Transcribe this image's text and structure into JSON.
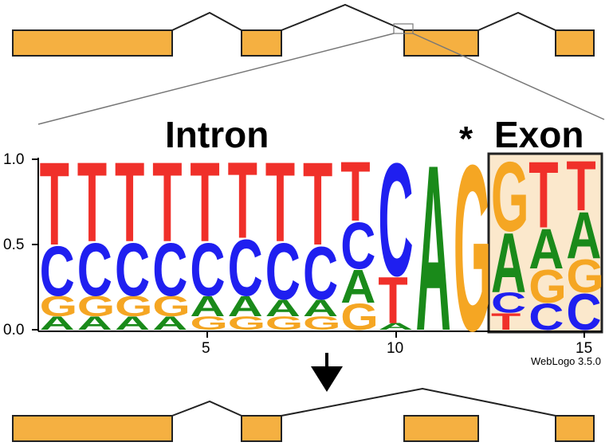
{
  "labels": {
    "intron": "Intron",
    "exon": "Exon",
    "asterisk": "*",
    "brand": "WebLogo 3.5.0"
  },
  "y_ticks": [
    "1.0",
    "0.5",
    "0.0"
  ],
  "x_ticks": [
    "5",
    "10",
    "15"
  ],
  "colors": {
    "exon_fill": "#f5b041",
    "T": "#f0302a",
    "C": "#1f1ff0",
    "G": "#f5a623",
    "A": "#1a8a1a",
    "exon_highlight": "#fbe8cc"
  },
  "chart_data": {
    "type": "sequence-logo",
    "ylim": [
      0,
      1.0
    ],
    "positions": [
      {
        "pos": 1,
        "letters": [
          {
            "base": "A",
            "p": 0.08
          },
          {
            "base": "G",
            "p": 0.12
          },
          {
            "base": "C",
            "p": 0.3
          },
          {
            "base": "T",
            "p": 0.5
          }
        ]
      },
      {
        "pos": 2,
        "letters": [
          {
            "base": "A",
            "p": 0.08
          },
          {
            "base": "G",
            "p": 0.12
          },
          {
            "base": "C",
            "p": 0.32
          },
          {
            "base": "T",
            "p": 0.48
          }
        ]
      },
      {
        "pos": 3,
        "letters": [
          {
            "base": "A",
            "p": 0.08
          },
          {
            "base": "G",
            "p": 0.12
          },
          {
            "base": "C",
            "p": 0.32
          },
          {
            "base": "T",
            "p": 0.48
          }
        ]
      },
      {
        "pos": 4,
        "letters": [
          {
            "base": "A",
            "p": 0.08
          },
          {
            "base": "G",
            "p": 0.12
          },
          {
            "base": "C",
            "p": 0.32
          },
          {
            "base": "T",
            "p": 0.48
          }
        ]
      },
      {
        "pos": 5,
        "letters": [
          {
            "base": "G",
            "p": 0.08
          },
          {
            "base": "A",
            "p": 0.12
          },
          {
            "base": "C",
            "p": 0.32
          },
          {
            "base": "T",
            "p": 0.48
          }
        ]
      },
      {
        "pos": 6,
        "letters": [
          {
            "base": "G",
            "p": 0.08
          },
          {
            "base": "A",
            "p": 0.12
          },
          {
            "base": "C",
            "p": 0.34
          },
          {
            "base": "T",
            "p": 0.46
          }
        ]
      },
      {
        "pos": 7,
        "letters": [
          {
            "base": "G",
            "p": 0.08
          },
          {
            "base": "A",
            "p": 0.1
          },
          {
            "base": "C",
            "p": 0.34
          },
          {
            "base": "T",
            "p": 0.48
          }
        ]
      },
      {
        "pos": 8,
        "letters": [
          {
            "base": "G",
            "p": 0.08
          },
          {
            "base": "A",
            "p": 0.1
          },
          {
            "base": "C",
            "p": 0.32
          },
          {
            "base": "T",
            "p": 0.5
          }
        ]
      },
      {
        "pos": 9,
        "letters": [
          {
            "base": "G",
            "p": 0.16
          },
          {
            "base": "A",
            "p": 0.2
          },
          {
            "base": "C",
            "p": 0.28
          },
          {
            "base": "T",
            "p": 0.36
          }
        ]
      },
      {
        "pos": 10,
        "letters": [
          {
            "base": "A",
            "p": 0.04
          },
          {
            "base": "T",
            "p": 0.28
          },
          {
            "base": "C",
            "p": 0.68
          }
        ]
      },
      {
        "pos": 11,
        "letters": [
          {
            "base": "A",
            "p": 1.0
          }
        ]
      },
      {
        "pos": 12,
        "letters": [
          {
            "base": "G",
            "p": 1.0
          }
        ]
      },
      {
        "pos": 13,
        "letters": [
          {
            "base": "T",
            "p": 0.1
          },
          {
            "base": "C",
            "p": 0.12
          },
          {
            "base": "A",
            "p": 0.36
          },
          {
            "base": "G",
            "p": 0.42
          }
        ]
      },
      {
        "pos": 14,
        "letters": [
          {
            "base": "C",
            "p": 0.16
          },
          {
            "base": "G",
            "p": 0.2
          },
          {
            "base": "A",
            "p": 0.24
          },
          {
            "base": "T",
            "p": 0.4
          }
        ]
      },
      {
        "pos": 15,
        "letters": [
          {
            "base": "C",
            "p": 0.22
          },
          {
            "base": "G",
            "p": 0.2
          },
          {
            "base": "A",
            "p": 0.28
          },
          {
            "base": "T",
            "p": 0.3
          }
        ]
      }
    ]
  }
}
